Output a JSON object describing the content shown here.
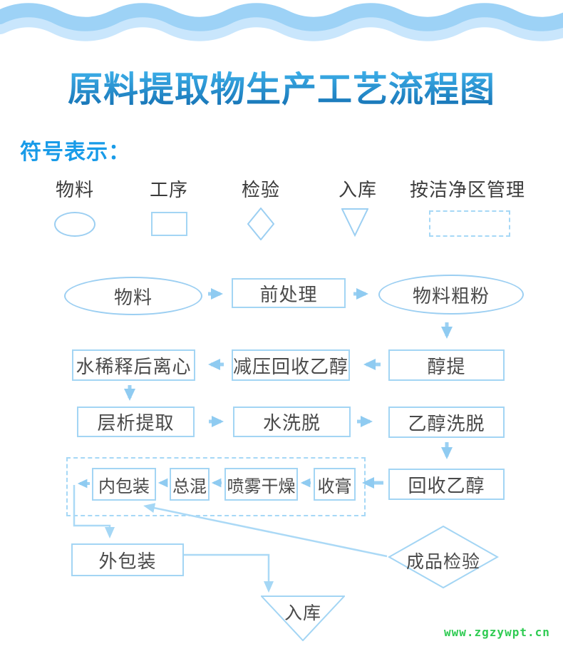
{
  "header": {
    "title": "原料提取物生产工艺流程图"
  },
  "legend": {
    "heading": "符号表示：",
    "items": [
      {
        "label": "物料",
        "shape": "ellipse"
      },
      {
        "label": "工序",
        "shape": "rect"
      },
      {
        "label": "检验",
        "shape": "diamond"
      },
      {
        "label": "入库",
        "shape": "triangle"
      },
      {
        "label": "按洁净区管理",
        "shape": "dashed-rect"
      }
    ]
  },
  "flowchart": {
    "nodes": [
      {
        "id": "material",
        "label": "物料",
        "shape": "ellipse"
      },
      {
        "id": "pretreatment",
        "label": "前处理",
        "shape": "process"
      },
      {
        "id": "coarse-powder",
        "label": "物料粗粉",
        "shape": "ellipse"
      },
      {
        "id": "ethanol-extraction",
        "label": "醇提",
        "shape": "process"
      },
      {
        "id": "vacuum-recover-ethanol",
        "label": "减压回收乙醇",
        "shape": "process"
      },
      {
        "id": "dilute-centrifuge",
        "label": "水稀释后离心",
        "shape": "process"
      },
      {
        "id": "chromatography",
        "label": "层析提取",
        "shape": "process"
      },
      {
        "id": "water-elution",
        "label": "水洗脱",
        "shape": "process"
      },
      {
        "id": "ethanol-elution",
        "label": "乙醇洗脱",
        "shape": "process"
      },
      {
        "id": "recover-ethanol",
        "label": "回收乙醇",
        "shape": "process"
      },
      {
        "id": "paste-collection",
        "label": "收膏",
        "shape": "process"
      },
      {
        "id": "spray-drying",
        "label": "喷雾干燥",
        "shape": "process"
      },
      {
        "id": "blending",
        "label": "总混",
        "shape": "process"
      },
      {
        "id": "inner-packing",
        "label": "内包装",
        "shape": "process"
      },
      {
        "id": "outer-packing",
        "label": "外包装",
        "shape": "process"
      },
      {
        "id": "product-inspection",
        "label": "成品检验",
        "shape": "diamond"
      },
      {
        "id": "warehousing",
        "label": "入库",
        "shape": "triangle"
      }
    ]
  },
  "watermark": {
    "text": "www.zgzywpt.cn"
  },
  "colors": {
    "accent_blue": "#189be8",
    "shape_border": "#a3d5f4",
    "ellipse_border": "#9ccff2",
    "arrow": "#9bd1f3",
    "title_top": "#3dafe9",
    "title_bottom": "#1470b2",
    "node_text": "#4a4a4a",
    "wave_main": "#9dd2f6",
    "wave_light": "#c9e6fc",
    "watermark_green": "#2fcb52"
  }
}
